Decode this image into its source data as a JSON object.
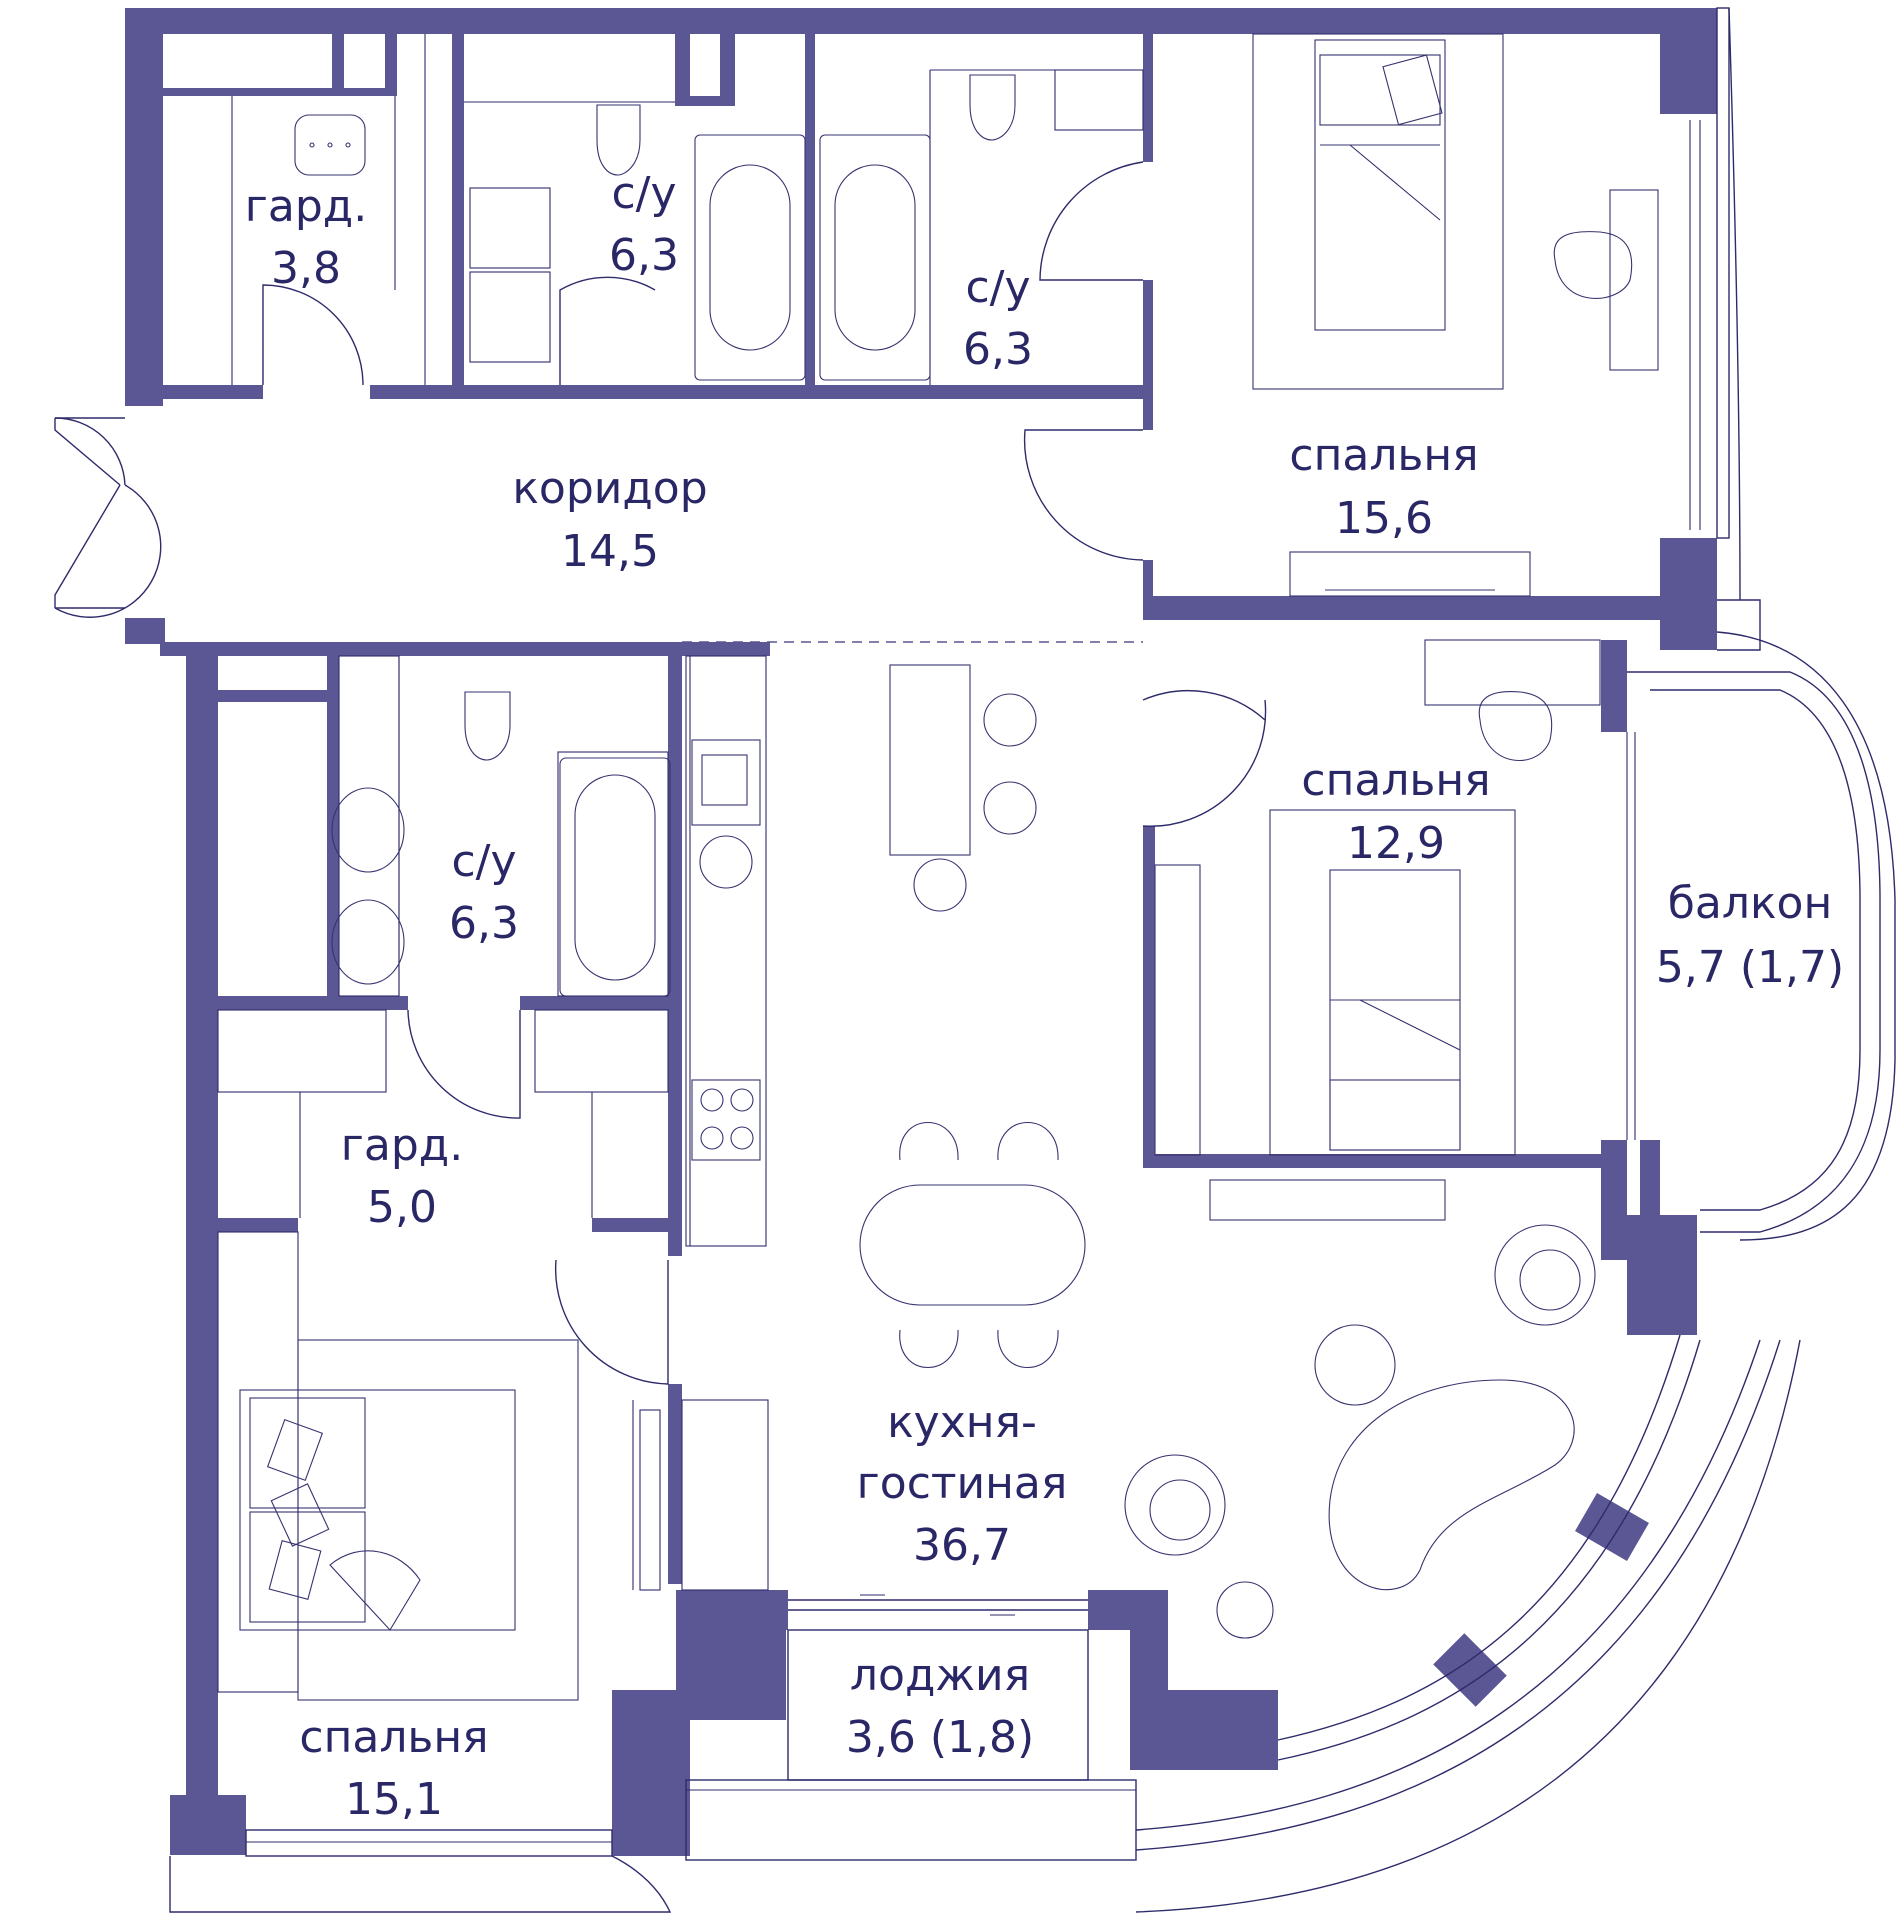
{
  "rooms": [
    {
      "name": "гард.",
      "area": "3,8"
    },
    {
      "name": "с/у",
      "area": "6,3"
    },
    {
      "name": "с/у",
      "area": "6,3"
    },
    {
      "name": "спальня",
      "area": "15,6"
    },
    {
      "name": "коридор",
      "area": "14,5"
    },
    {
      "name": "спальня",
      "area": "12,9"
    },
    {
      "name": "балкон",
      "area": "5,7 (1,7)"
    },
    {
      "name": "с/у",
      "area": "6,3"
    },
    {
      "name": "гард.",
      "area": "5,0"
    },
    {
      "name": "кухня-",
      "area": "гостиная"
    },
    {
      "name": "36,7",
      "area": ""
    },
    {
      "name": "лоджия",
      "area": "3,6 (1,8)"
    },
    {
      "name": "спальня",
      "area": "15,1"
    }
  ],
  "colors": {
    "wall": "#5b5694",
    "line": "#2e2b6b",
    "text": "#2a2766",
    "background": "#ffffff"
  }
}
